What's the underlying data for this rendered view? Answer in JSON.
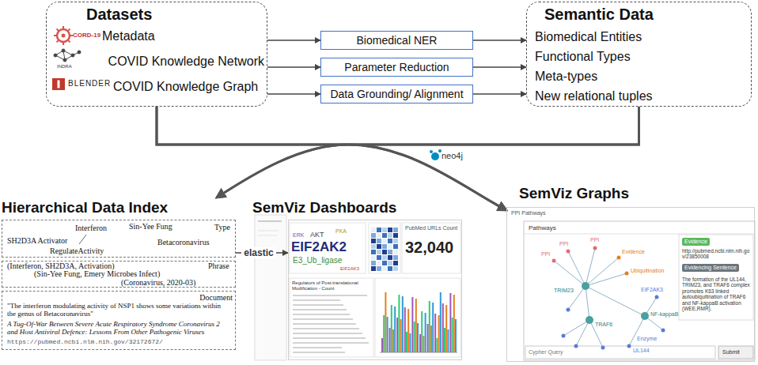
{
  "diagram": {
    "nodes": [
      {
        "text": [
          "Datasets",
          "Metadata",
          "COVID Knowledge Network",
          "COVID Knowledge Graph"
        ]
      },
      {
        "text": [
          "Biomedical NER"
        ]
      },
      {
        "text": [
          "Parameter Reduction"
        ]
      },
      {
        "text": [
          "Data Grounding/ Alignment"
        ]
      },
      {
        "text": [
          "Semantic Data",
          "Biomedical Entities",
          "Functional Types",
          "Meta-types",
          "New relational tuples"
        ]
      },
      {
        "text": [
          "Hierarchical Data Index"
        ]
      },
      {
        "text": [
          "Type",
          "SH2D3A Activator",
          "Interferon",
          "Sin-Yee Fung",
          "RegulateActivity",
          "Betacoronavirus"
        ],
        "in": 5
      },
      {
        "text": [
          "Phrase",
          "(Interferon, SH2D3A, Activation)",
          "(Sin-Yee Fung, Emery Microbes Infect)",
          "(Coronavirus, 2020-03)"
        ],
        "in": 5
      },
      {
        "text": [
          "Document",
          "\"The interferon modulating activity of NSP1 shows some variations within the genus of Betacoronavirus\"",
          "A Tug-Of-War Between Severe Acute Respiratory Syndrome Coronavirus 2 and Host Antiviral Defence: Lessons From Other Pathogenic Viruses",
          "https://pubmed.ncbi.nlm.nih.gov/32172672/"
        ],
        "in": 5
      },
      {
        "text": [
          "SemViz Dashboards"
        ]
      },
      {
        "text": [
          "SemViz Graphs"
        ]
      }
    ],
    "edges": [
      {
        "from": 0,
        "to": 1,
        "arrow": "to"
      },
      {
        "from": 0,
        "to": 2,
        "arrow": "to"
      },
      {
        "from": 0,
        "to": 3,
        "arrow": "to"
      },
      {
        "from": 1,
        "to": 4,
        "arrow": "to"
      },
      {
        "from": 2,
        "to": 4,
        "arrow": "to"
      },
      {
        "from": 3,
        "to": 4,
        "arrow": "to"
      },
      {
        "from": 0,
        "to": 5,
        "arrow": "to"
      },
      {
        "from": 4,
        "to": 5,
        "arrow": "to"
      },
      {
        "from": 0,
        "to": 10,
        "arrow": "to"
      },
      {
        "from": 4,
        "to": 10,
        "arrow": "to"
      },
      {
        "from": 5,
        "to": 9,
        "label": "elastic",
        "arrow": "to"
      }
    ],
    "labels": [
      "CORD-19",
      "INDRA",
      "BLENDER",
      "neo4j",
      "EIF2AK2",
      "E3_Ub_ligase",
      "AKT",
      "ERK",
      "PKA",
      "EIF2AK3",
      "PubMed URLs Count",
      "32,040",
      "Regulators of Post-translational Modification - Count",
      "PPI Pathways",
      "Pathways",
      "PPI",
      "PPI",
      "PPI",
      "Evidence",
      "Ubiquitination",
      "TRIM23",
      "TRAF6",
      "NF-kappaB",
      "EIF2AK3",
      "Enzyme",
      "UL144",
      "Evidence",
      "http://pubmed.ncbi.nlm.nih.gov/23850008",
      "Evidencing Sentence",
      "The formation of the UL144, TRIM23, and TRAF6 complex promotes K63 linked autoubiquitination of TRAF6 and NF-kappaB activation (WEE,RMR).",
      "Cypher Query",
      "Submit"
    ]
  }
}
